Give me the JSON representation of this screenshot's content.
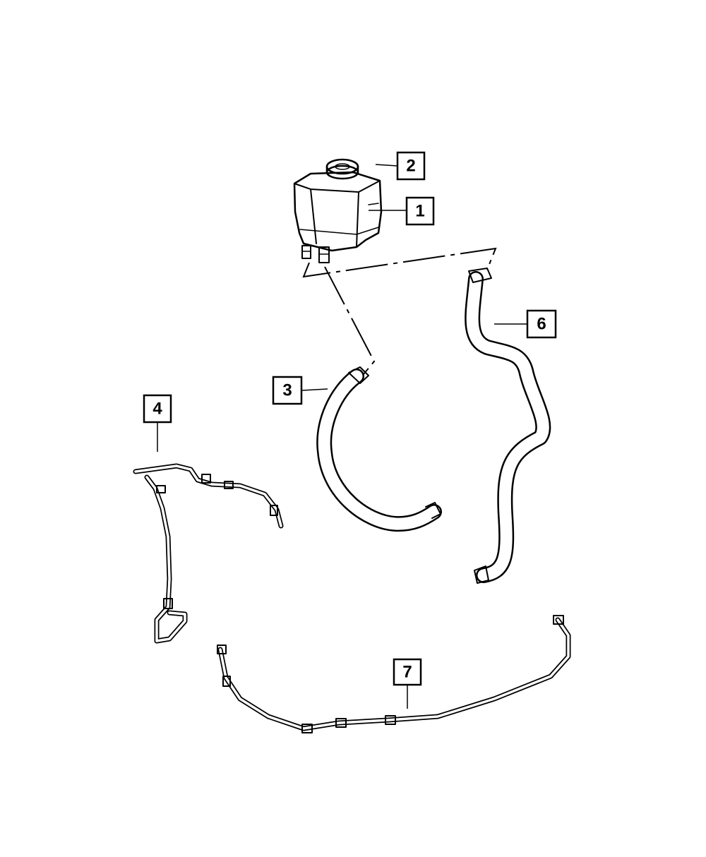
{
  "callouts": [
    {
      "id": "1",
      "label": "1"
    },
    {
      "id": "2",
      "label": "2"
    },
    {
      "id": "3",
      "label": "3"
    },
    {
      "id": "4",
      "label": "4"
    },
    {
      "id": "6",
      "label": "6"
    },
    {
      "id": "7",
      "label": "7"
    }
  ]
}
